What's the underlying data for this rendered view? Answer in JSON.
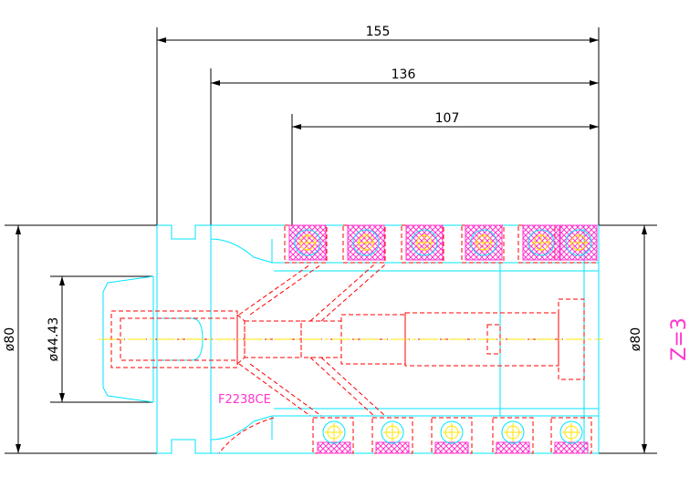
{
  "drawing": {
    "dimensions": {
      "length_overall": "155",
      "length_mid": "136",
      "length_short": "107",
      "diameter_left": "ø80",
      "diameter_bore": "ø44.43",
      "diameter_right": "ø80"
    },
    "part_number": "F2238CE",
    "flute_count": "Z=3"
  },
  "colors": {
    "outline": "#00e5ff",
    "hidden": "#ff0000",
    "center": "#ffe600",
    "hatch": "#ff33cc",
    "dimension": "#000000",
    "annotation": "#ff33cc"
  }
}
